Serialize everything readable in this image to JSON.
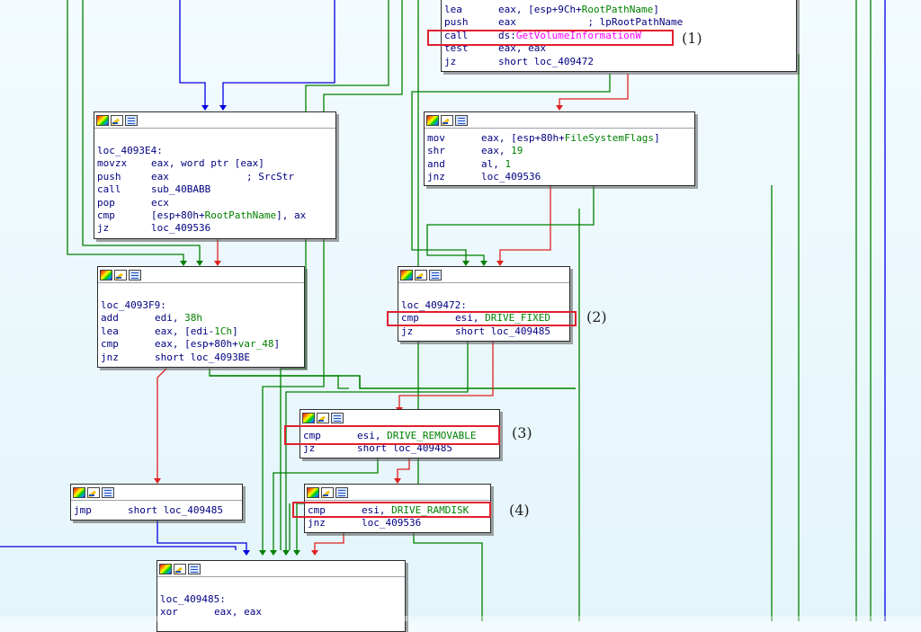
{
  "colors": {
    "true_edge": "#008000",
    "false_edge": "#e02020",
    "jump_edge": "#0000e0",
    "highlight": "#e0202e",
    "mnemonic": "#000080"
  },
  "icons": [
    "graph-overview-icon",
    "edit-node-icon",
    "listing-icon"
  ],
  "nodes": {
    "top_right": [
      {
        "mn": "lea",
        "ops": [
          [
            "eax, [esp+9Ch+",
            "label"
          ],
          [
            "RootPathName",
            "var"
          ],
          [
            "]",
            "label"
          ]
        ]
      },
      {
        "mn": "push",
        "ops": [
          [
            "eax            ",
            "label"
          ],
          [
            "; lpRootPathName",
            "cmt"
          ]
        ]
      },
      {
        "mn": "call",
        "ops": [
          [
            "ds:",
            "label"
          ],
          [
            "GetVolumeInformationW",
            "api"
          ]
        ]
      },
      {
        "mn": "test",
        "ops": [
          [
            "eax, eax",
            "label"
          ]
        ]
      },
      {
        "mn": "jz",
        "ops": [
          [
            "short loc_409472",
            "label"
          ]
        ]
      }
    ],
    "loc_4093E4": [
      {
        "label": "loc_4093E4:"
      },
      {
        "mn": "movzx",
        "ops": [
          [
            "eax, word ptr [eax]",
            "label"
          ]
        ]
      },
      {
        "mn": "push",
        "ops": [
          [
            "eax             ",
            "label"
          ],
          [
            "; SrcStr",
            "cmt"
          ]
        ]
      },
      {
        "mn": "call",
        "ops": [
          [
            "sub_40BABB",
            "label"
          ]
        ]
      },
      {
        "mn": "pop",
        "ops": [
          [
            "ecx",
            "label"
          ]
        ]
      },
      {
        "mn": "cmp",
        "ops": [
          [
            "[esp+80h+",
            "label"
          ],
          [
            "RootPathName",
            "var"
          ],
          [
            "], ax",
            "label"
          ]
        ]
      },
      {
        "mn": "jz",
        "ops": [
          [
            "loc_409536",
            "label"
          ]
        ]
      }
    ],
    "filesystem_flags": [
      {
        "mn": "mov",
        "ops": [
          [
            "eax, [esp+80h+",
            "label"
          ],
          [
            "FileSystemFlags",
            "var"
          ],
          [
            "]",
            "label"
          ]
        ]
      },
      {
        "mn": "shr",
        "ops": [
          [
            "eax, ",
            "label"
          ],
          [
            "19",
            "const"
          ]
        ]
      },
      {
        "mn": "and",
        "ops": [
          [
            "al, ",
            "label"
          ],
          [
            "1",
            "const"
          ]
        ]
      },
      {
        "mn": "jnz",
        "ops": [
          [
            "loc_409536",
            "label"
          ]
        ]
      }
    ],
    "loc_4093F9": [
      {
        "label": "loc_4093F9:"
      },
      {
        "mn": "add",
        "ops": [
          [
            "edi, ",
            "label"
          ],
          [
            "38h",
            "const"
          ]
        ]
      },
      {
        "mn": "lea",
        "ops": [
          [
            "eax, [edi-",
            "label"
          ],
          [
            "1Ch",
            "const"
          ],
          [
            "]",
            "label"
          ]
        ]
      },
      {
        "mn": "cmp",
        "ops": [
          [
            "eax, [esp+80h+",
            "label"
          ],
          [
            "var_48",
            "var"
          ],
          [
            "]",
            "label"
          ]
        ]
      },
      {
        "mn": "jnz",
        "ops": [
          [
            "short loc_4093BE",
            "label"
          ]
        ]
      }
    ],
    "loc_409472": [
      {
        "label": "loc_409472:"
      },
      {
        "mn": "cmp",
        "ops": [
          [
            "esi, ",
            "label"
          ],
          [
            "DRIVE_FIXED",
            "const"
          ]
        ]
      },
      {
        "mn": "jz",
        "ops": [
          [
            "short loc_409485",
            "label"
          ]
        ]
      }
    ],
    "drive_removable": [
      {
        "mn": "cmp",
        "ops": [
          [
            "esi, ",
            "label"
          ],
          [
            "DRIVE_REMOVABLE",
            "const"
          ]
        ]
      },
      {
        "mn": "jz",
        "ops": [
          [
            "short loc_409485",
            "label"
          ]
        ]
      }
    ],
    "jmp_409485": [
      {
        "mn": "jmp",
        "ops": [
          [
            "short loc_409485",
            "label"
          ]
        ]
      }
    ],
    "drive_ramdisk": [
      {
        "mn": "cmp",
        "ops": [
          [
            "esi, ",
            "label"
          ],
          [
            "DRIVE_RAMDISK",
            "const"
          ]
        ]
      },
      {
        "mn": "jnz",
        "ops": [
          [
            "loc_409536",
            "label"
          ]
        ]
      }
    ],
    "loc_409485": [
      {
        "label": "loc_409485:"
      },
      {
        "mn": "xor",
        "ops": [
          [
            "eax, eax",
            "label"
          ]
        ]
      }
    ]
  },
  "annotations": {
    "callout_1": "(1)",
    "callout_2": "(2)",
    "callout_3": "(3)",
    "callout_4": "(4)"
  }
}
